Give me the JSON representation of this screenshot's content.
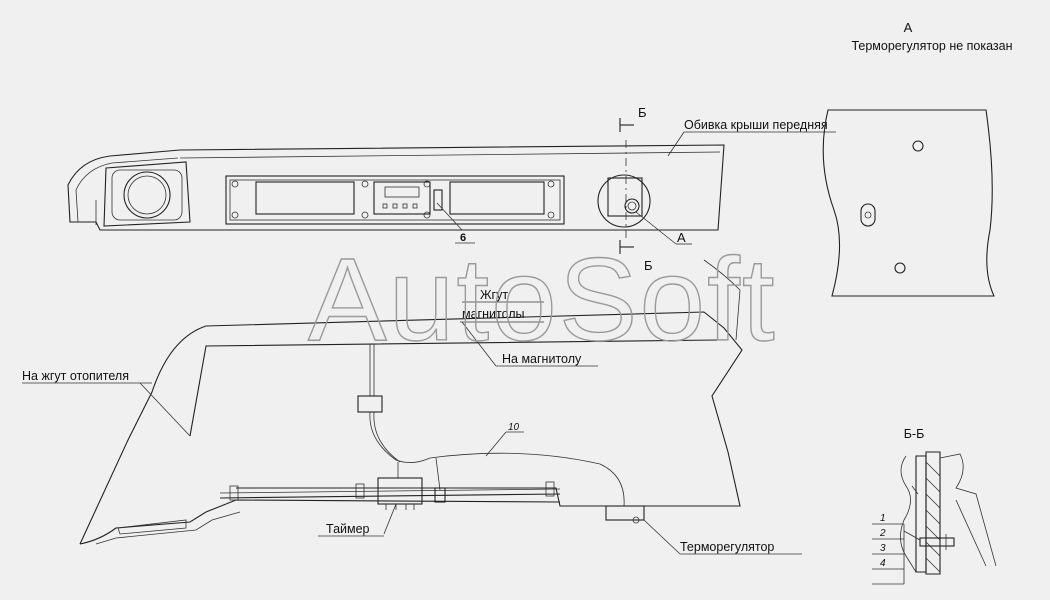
{
  "watermark": "AutoSoft",
  "view_a": {
    "letter": "А",
    "note": "Терморегулятор не показан"
  },
  "section": {
    "marker": "Б",
    "title": "Б-Б",
    "layers": [
      "1",
      "2",
      "3",
      "4"
    ]
  },
  "callouts": {
    "roof_trim": "Обивка крыши передняя",
    "view_a_pointer": "А",
    "item_6": "6",
    "harness_radio_1": "Жгут",
    "harness_radio_2": "магнитолы",
    "to_radio": "На магнитолу",
    "to_heater": "На жгут отопителя",
    "item_10": "10",
    "timer": "Таймер",
    "thermostat": "Терморегулятор"
  },
  "colors": {
    "background": "#f0f0f0",
    "line": "#222222",
    "watermark": "#9a9a9a"
  }
}
